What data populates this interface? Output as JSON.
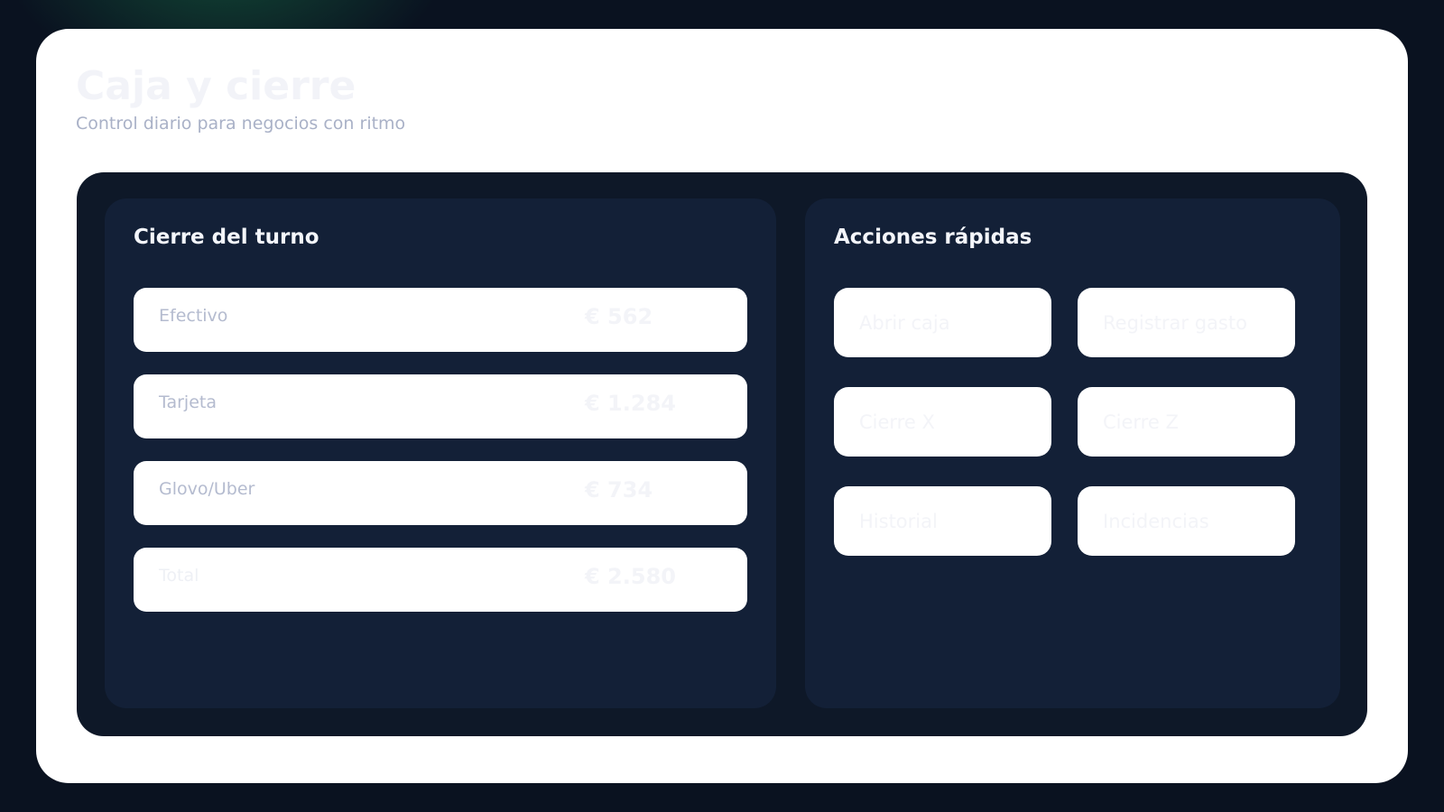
{
  "header": {
    "title": "Caja y cierre",
    "subtitle": "Control diario para negocios con ritmo"
  },
  "closing": {
    "title": "Cierre del turno",
    "rows": [
      {
        "label": "Efectivo",
        "value": "€ 562"
      },
      {
        "label": "Tarjeta",
        "value": "€ 1.284"
      },
      {
        "label": "Glovo/Uber",
        "value": "€ 734"
      },
      {
        "label": "Total",
        "value": "€ 2.580"
      }
    ]
  },
  "actions": {
    "title": "Acciones rápidas",
    "buttons": [
      "Abrir caja",
      "Registrar gasto",
      "Cierre X",
      "Cierre Z",
      "Historial",
      "Incidencias"
    ]
  }
}
